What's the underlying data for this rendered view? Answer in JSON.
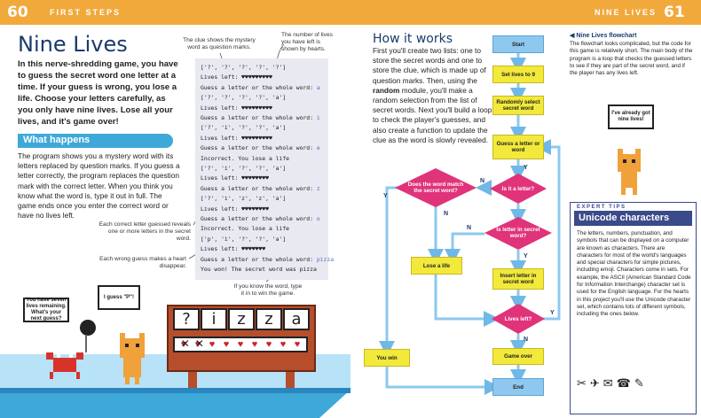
{
  "header": {
    "left_page": "60",
    "left_label": "FIRST STEPS",
    "right_label": "NINE LIVES",
    "right_page": "61"
  },
  "title": "Nine Lives",
  "intro": "In this nerve-shredding game, you have to guess the secret word one letter at a time. If your guess is wrong, you lose a life. Choose your letters carefully, as you only have nine lives. Lose all your lives, and it's game over!",
  "what_happens": {
    "heading": "What happens",
    "body": "The program shows you a mystery word with its letters replaced by question marks. If you guess a letter correctly, the program replaces the question mark with the correct letter. When you think you know what the word is, type it out in full. The game ends once you enter the correct word or have no lives left."
  },
  "annotations": {
    "clue": "The clue shows the mystery word as question marks.",
    "lives": "The number of lives you have left is shown by hearts.",
    "correct": "Each correct letter guessed reveals one or more letters in the secret word.",
    "wrong": "Each wrong guess makes a heart disappear.",
    "word": "If you know the word, type it in to win the game."
  },
  "code_lines": [
    {
      "text": "['?', '?', '?', '?', '?']",
      "user": ""
    },
    {
      "text": "Lives left: ♥♥♥♥♥♥♥♥♥",
      "user": ""
    },
    {
      "text": "Guess a letter or the whole word: ",
      "user": "a"
    },
    {
      "text": "['?', '?', '?', '?', 'a']",
      "user": ""
    },
    {
      "text": "Lives left: ♥♥♥♥♥♥♥♥♥",
      "user": ""
    },
    {
      "text": "Guess a letter or the whole word: ",
      "user": "i"
    },
    {
      "text": "['?', 'i', '?', '?', 'a']",
      "user": ""
    },
    {
      "text": "Lives left: ♥♥♥♥♥♥♥♥♥",
      "user": ""
    },
    {
      "text": "Guess a letter or the whole word: ",
      "user": "e"
    },
    {
      "text": "Incorrect. You lose a life",
      "user": ""
    },
    {
      "text": "['?', 'i', '?', '?', 'a']",
      "user": ""
    },
    {
      "text": "Lives left: ♥♥♥♥♥♥♥♥",
      "user": ""
    },
    {
      "text": "Guess a letter or the whole word: ",
      "user": "z"
    },
    {
      "text": "['?', 'i', 'z', 'z', 'a']",
      "user": ""
    },
    {
      "text": "Lives left: ♥♥♥♥♥♥♥♥",
      "user": ""
    },
    {
      "text": "Guess a letter or the whole word: ",
      "user": "o"
    },
    {
      "text": "Incorrect. You lose a life",
      "user": ""
    },
    {
      "text": "['p', 'i', '?', '?', 'a']",
      "user": ""
    },
    {
      "text": "Lives left: ♥♥♥♥♥♥♥",
      "user": ""
    },
    {
      "text": "Guess a letter or the whole word: ",
      "user": "pizza"
    },
    {
      "text": "You won! The secret word was pizza",
      "user": ""
    }
  ],
  "scene": {
    "bubble_left": "You have seven lives remaining. What's your next guess?",
    "bubble_cat": "I guess \"P\"!",
    "board_letters": [
      "?",
      "i",
      "z",
      "z",
      "a"
    ],
    "hearts_total": 9,
    "hearts_lost": 2
  },
  "how_it_works": {
    "heading": "How it works",
    "body_1": "First you'll create two lists: one to store the secret words and one to store the clue, which is made up of question marks. Then, using the ",
    "body_bold": "random",
    "body_2": " module, you'll make a random selection from the list of secret words. Next you'll build a loop to check the player's guesses, and also create a function to update the clue as the word is slowly revealed."
  },
  "flowchart": {
    "start": "Start",
    "set_lives": "Set lives to 9",
    "random_select": "Randomly select secret word",
    "guess": "Guess a letter or word",
    "is_letter": "Is it a letter?",
    "word_match": "Does the word match the secret word?",
    "in_word": "Is letter in secret word?",
    "lose_life": "Lose a life",
    "insert_letter": "Insert letter in secret word",
    "lives_left": "Lives left?",
    "you_win": "You win",
    "game_over": "Game over",
    "end": "End",
    "yes": "Y",
    "no": "N"
  },
  "sidebar": {
    "title": "◀ Nine Lives flowchart",
    "body": "The flowchart looks complicated, but the code for this game is relatively short. The main body of the program is a loop that checks the guessed letters to see if they are part of the secret word, and if the player has any lives left.",
    "cat_bubble": "I've already got nine lives!"
  },
  "expert": {
    "tag": "EXPERT TIPS",
    "title": "Unicode characters",
    "body": "The letters, numbers, punctuation, and symbols that can be displayed on a computer are known as characters. There are characters for most of the world's languages and special characters for simple pictures, including emoji. Characters come in sets. For example, the ASCII (American Standard Code for Information Interchange) character set is used for the English language. For the hearts in this project you'll use the Unicode character set, which contains lots of different symbols, including the ones below.",
    "symbols": "✂✈✉☎✎"
  },
  "colors": {
    "header": "#f2a93b",
    "section": "#3ea9d9",
    "flow_box": "#f2e93b",
    "flow_decision": "#e0337a",
    "flow_start": "#8ec8ef",
    "arrow": "#6fb8e8",
    "heart": "#c8242b"
  }
}
